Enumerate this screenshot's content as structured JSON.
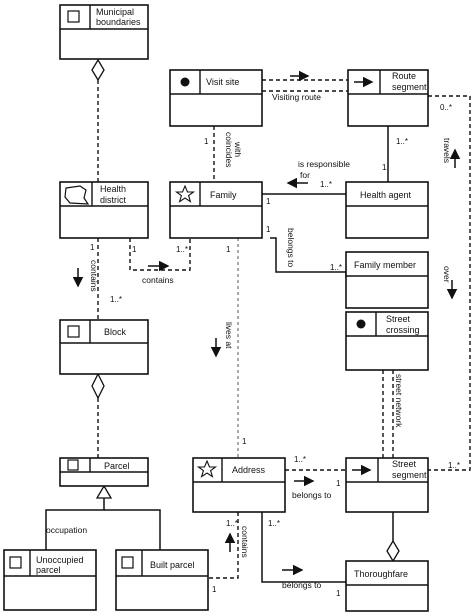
{
  "classes": {
    "municipal": [
      "Municipal",
      "boundaries"
    ],
    "visit_site": [
      "Visit site"
    ],
    "route_segment": [
      "Route",
      "segment"
    ],
    "health_district": [
      "Health",
      "district"
    ],
    "family": [
      "Family"
    ],
    "health_agent": [
      "Health agent"
    ],
    "family_member": [
      "Family member"
    ],
    "street_crossing": [
      "Street",
      "crossing"
    ],
    "block": [
      "Block"
    ],
    "parcel": [
      "Parcel"
    ],
    "address": [
      "Address"
    ],
    "street_segment": [
      "Street",
      "segment"
    ],
    "unoccupied": [
      "Unoccupied",
      "parcel"
    ],
    "built": [
      "Built parcel"
    ],
    "thoroughfare": [
      "Thoroughfare"
    ]
  },
  "labels": {
    "visiting_route": "Visiting route",
    "coincides": [
      "coincides",
      "with"
    ],
    "responsible": [
      "is responsible",
      "for"
    ],
    "travels": "travels",
    "belongs_to_member": "belongs to",
    "contains_district": "contains",
    "contains_block": "contains",
    "lives_at": "lives at",
    "over": "over",
    "street_network": "street network",
    "belongs_to_segment": "belongs to",
    "belongs_to_thoroughfare": "belongs to",
    "contains_address": "contains",
    "occupation": "occupation"
  },
  "multiplicities": {
    "m1": "0..*",
    "m2": "1",
    "m3": "1..*",
    "m4": "1",
    "m5": "1..*",
    "m6": "1",
    "m7": "1",
    "m8": "1..*",
    "m9": "1",
    "m10": "1",
    "m11": "1..*",
    "m12": "1",
    "m13": "1..*",
    "m14": "1",
    "m15": "1..*",
    "m16": "1",
    "m17": "1..*",
    "m18": "1..*",
    "m19": "1..*",
    "m20": "1",
    "m21": "1"
  }
}
